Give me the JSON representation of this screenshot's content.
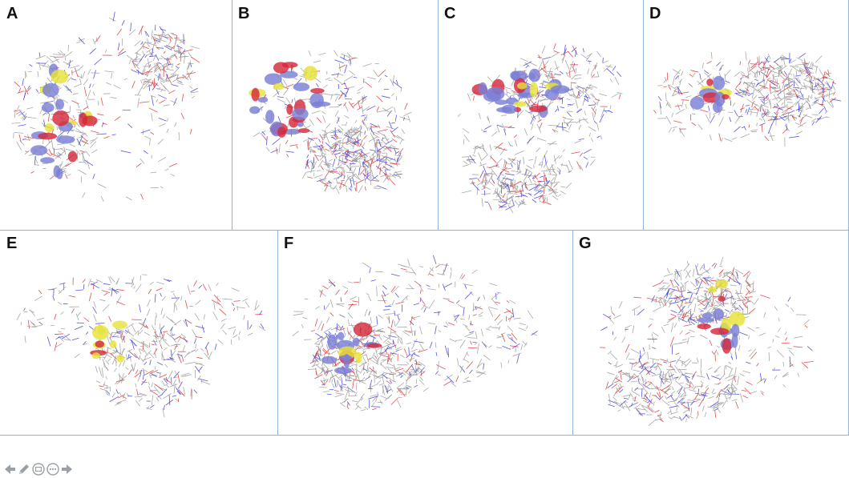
{
  "panels": [
    {
      "id": "A"
    },
    {
      "id": "B"
    },
    {
      "id": "C"
    },
    {
      "id": "D"
    },
    {
      "id": "E"
    },
    {
      "id": "F"
    },
    {
      "id": "G"
    }
  ],
  "colors": {
    "divider": "#8fb4d9",
    "surface_blue": "#7a7fd6",
    "surface_red": "#d42a3c",
    "surface_yellow": "#e6e33a",
    "bond_gray": "#9a9a9a",
    "bond_blue": "#3a3ae0",
    "bond_red": "#e03030"
  },
  "toolbar": {
    "icons": [
      "arrow-left-icon",
      "pencil-icon",
      "gallery-icon",
      "more-icon",
      "arrow-right-icon"
    ]
  }
}
